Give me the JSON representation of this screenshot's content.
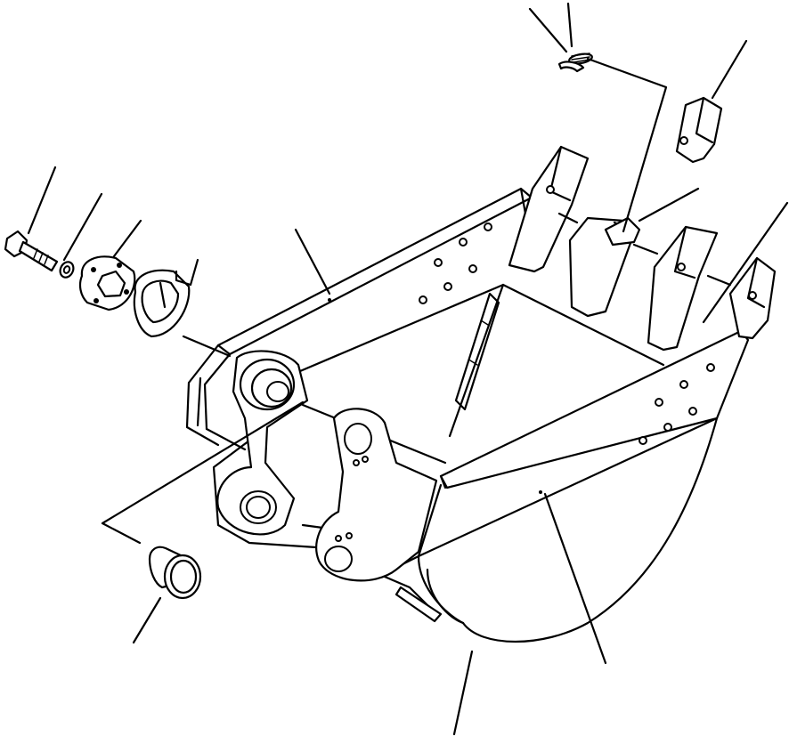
{
  "diagram": {
    "parts": [
      {
        "id": "bucket-body"
      },
      {
        "id": "bucket-side-plate-left"
      },
      {
        "id": "bucket-side-plate-right"
      },
      {
        "id": "bucket-bottom-shell"
      },
      {
        "id": "tooth-point"
      },
      {
        "id": "tooth-pin-and-lock"
      },
      {
        "id": "side-cutter"
      },
      {
        "id": "bolt"
      },
      {
        "id": "washer"
      },
      {
        "id": "boss-flange"
      },
      {
        "id": "shim-plate"
      },
      {
        "id": "bushing"
      },
      {
        "id": "link-bracket"
      }
    ],
    "leader_lines": 13
  }
}
